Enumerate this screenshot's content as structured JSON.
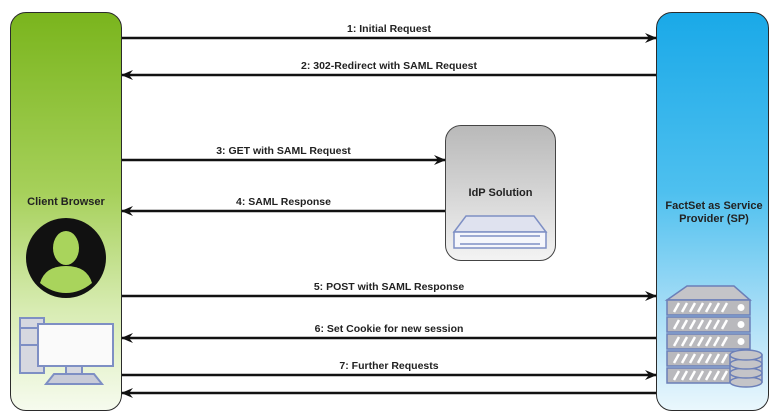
{
  "participants": {
    "client": {
      "label": "Client Browser",
      "color": "#7ab51d"
    },
    "idp": {
      "label": "IdP Solution",
      "color": "#b9b9b9"
    },
    "sp": {
      "label": "FactSet as Service Provider (SP)",
      "color": "#1aa9e8"
    }
  },
  "messages": [
    {
      "label": "1: Initial Request",
      "from": "client",
      "to": "sp"
    },
    {
      "label": "2: 302-Redirect with SAML Request",
      "from": "sp",
      "to": "client"
    },
    {
      "label": "3: GET with SAML Request",
      "from": "client",
      "to": "idp"
    },
    {
      "label": "4: SAML Response",
      "from": "idp",
      "to": "client"
    },
    {
      "label": "5: POST with SAML Response",
      "from": "client",
      "to": "sp"
    },
    {
      "label": "6: Set Cookie for new session",
      "from": "sp",
      "to": "client"
    },
    {
      "label": "7: Further Requests",
      "from": "client",
      "to": "sp"
    },
    {
      "label": "",
      "from": "sp",
      "to": "client"
    }
  ]
}
